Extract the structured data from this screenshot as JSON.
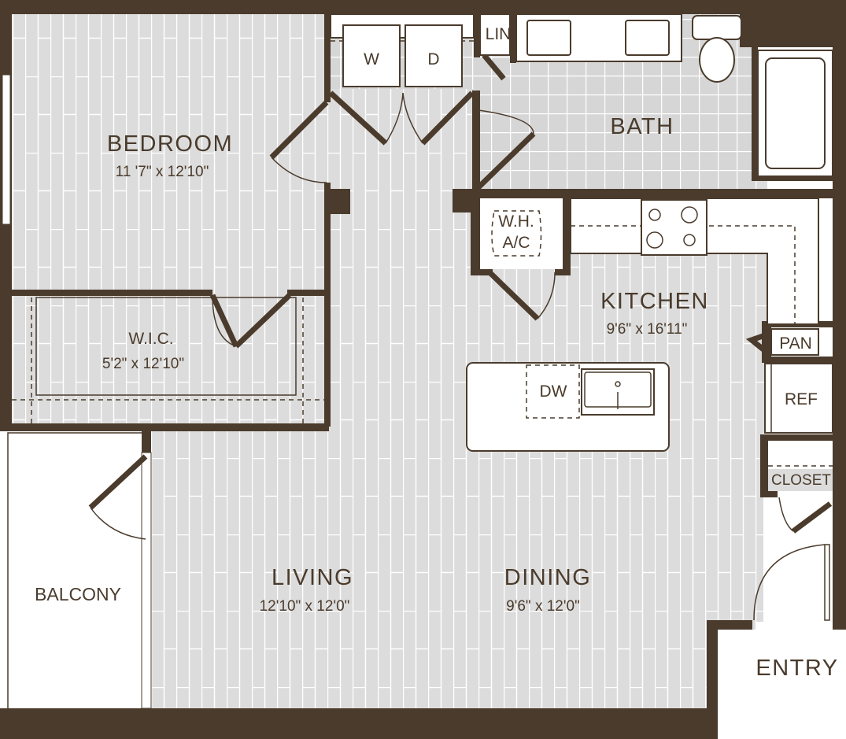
{
  "colors": {
    "wall": "#4a3b2c",
    "floor": "#dcdcdc",
    "tile": "#d6d6d6",
    "fixture": "#ffffff"
  },
  "rooms": {
    "bedroom": {
      "name": "BEDROOM",
      "dims": "11 '7\"  x 12'10\""
    },
    "wic": {
      "name": "W.I.C.",
      "dims": "5'2\"  x 12'10\""
    },
    "bath": {
      "name": "BATH"
    },
    "kitchen": {
      "name": "KITCHEN",
      "dims": "9'6\"  x 16'11\""
    },
    "living": {
      "name": "LIVING",
      "dims": "12'10\"  x 12'0\""
    },
    "dining": {
      "name": "DINING",
      "dims": "9'6\"  x 12'0\""
    },
    "balcony": {
      "name": "BALCONY"
    },
    "entry": {
      "name": "ENTRY"
    }
  },
  "fixtures": {
    "washer": "W",
    "dryer": "D",
    "linen": "LIN",
    "water_heater": "W.H.",
    "ac": "A/C",
    "pantry": "PAN",
    "dishwasher": "DW",
    "refrigerator": "REF",
    "closet": "CLOSET"
  }
}
